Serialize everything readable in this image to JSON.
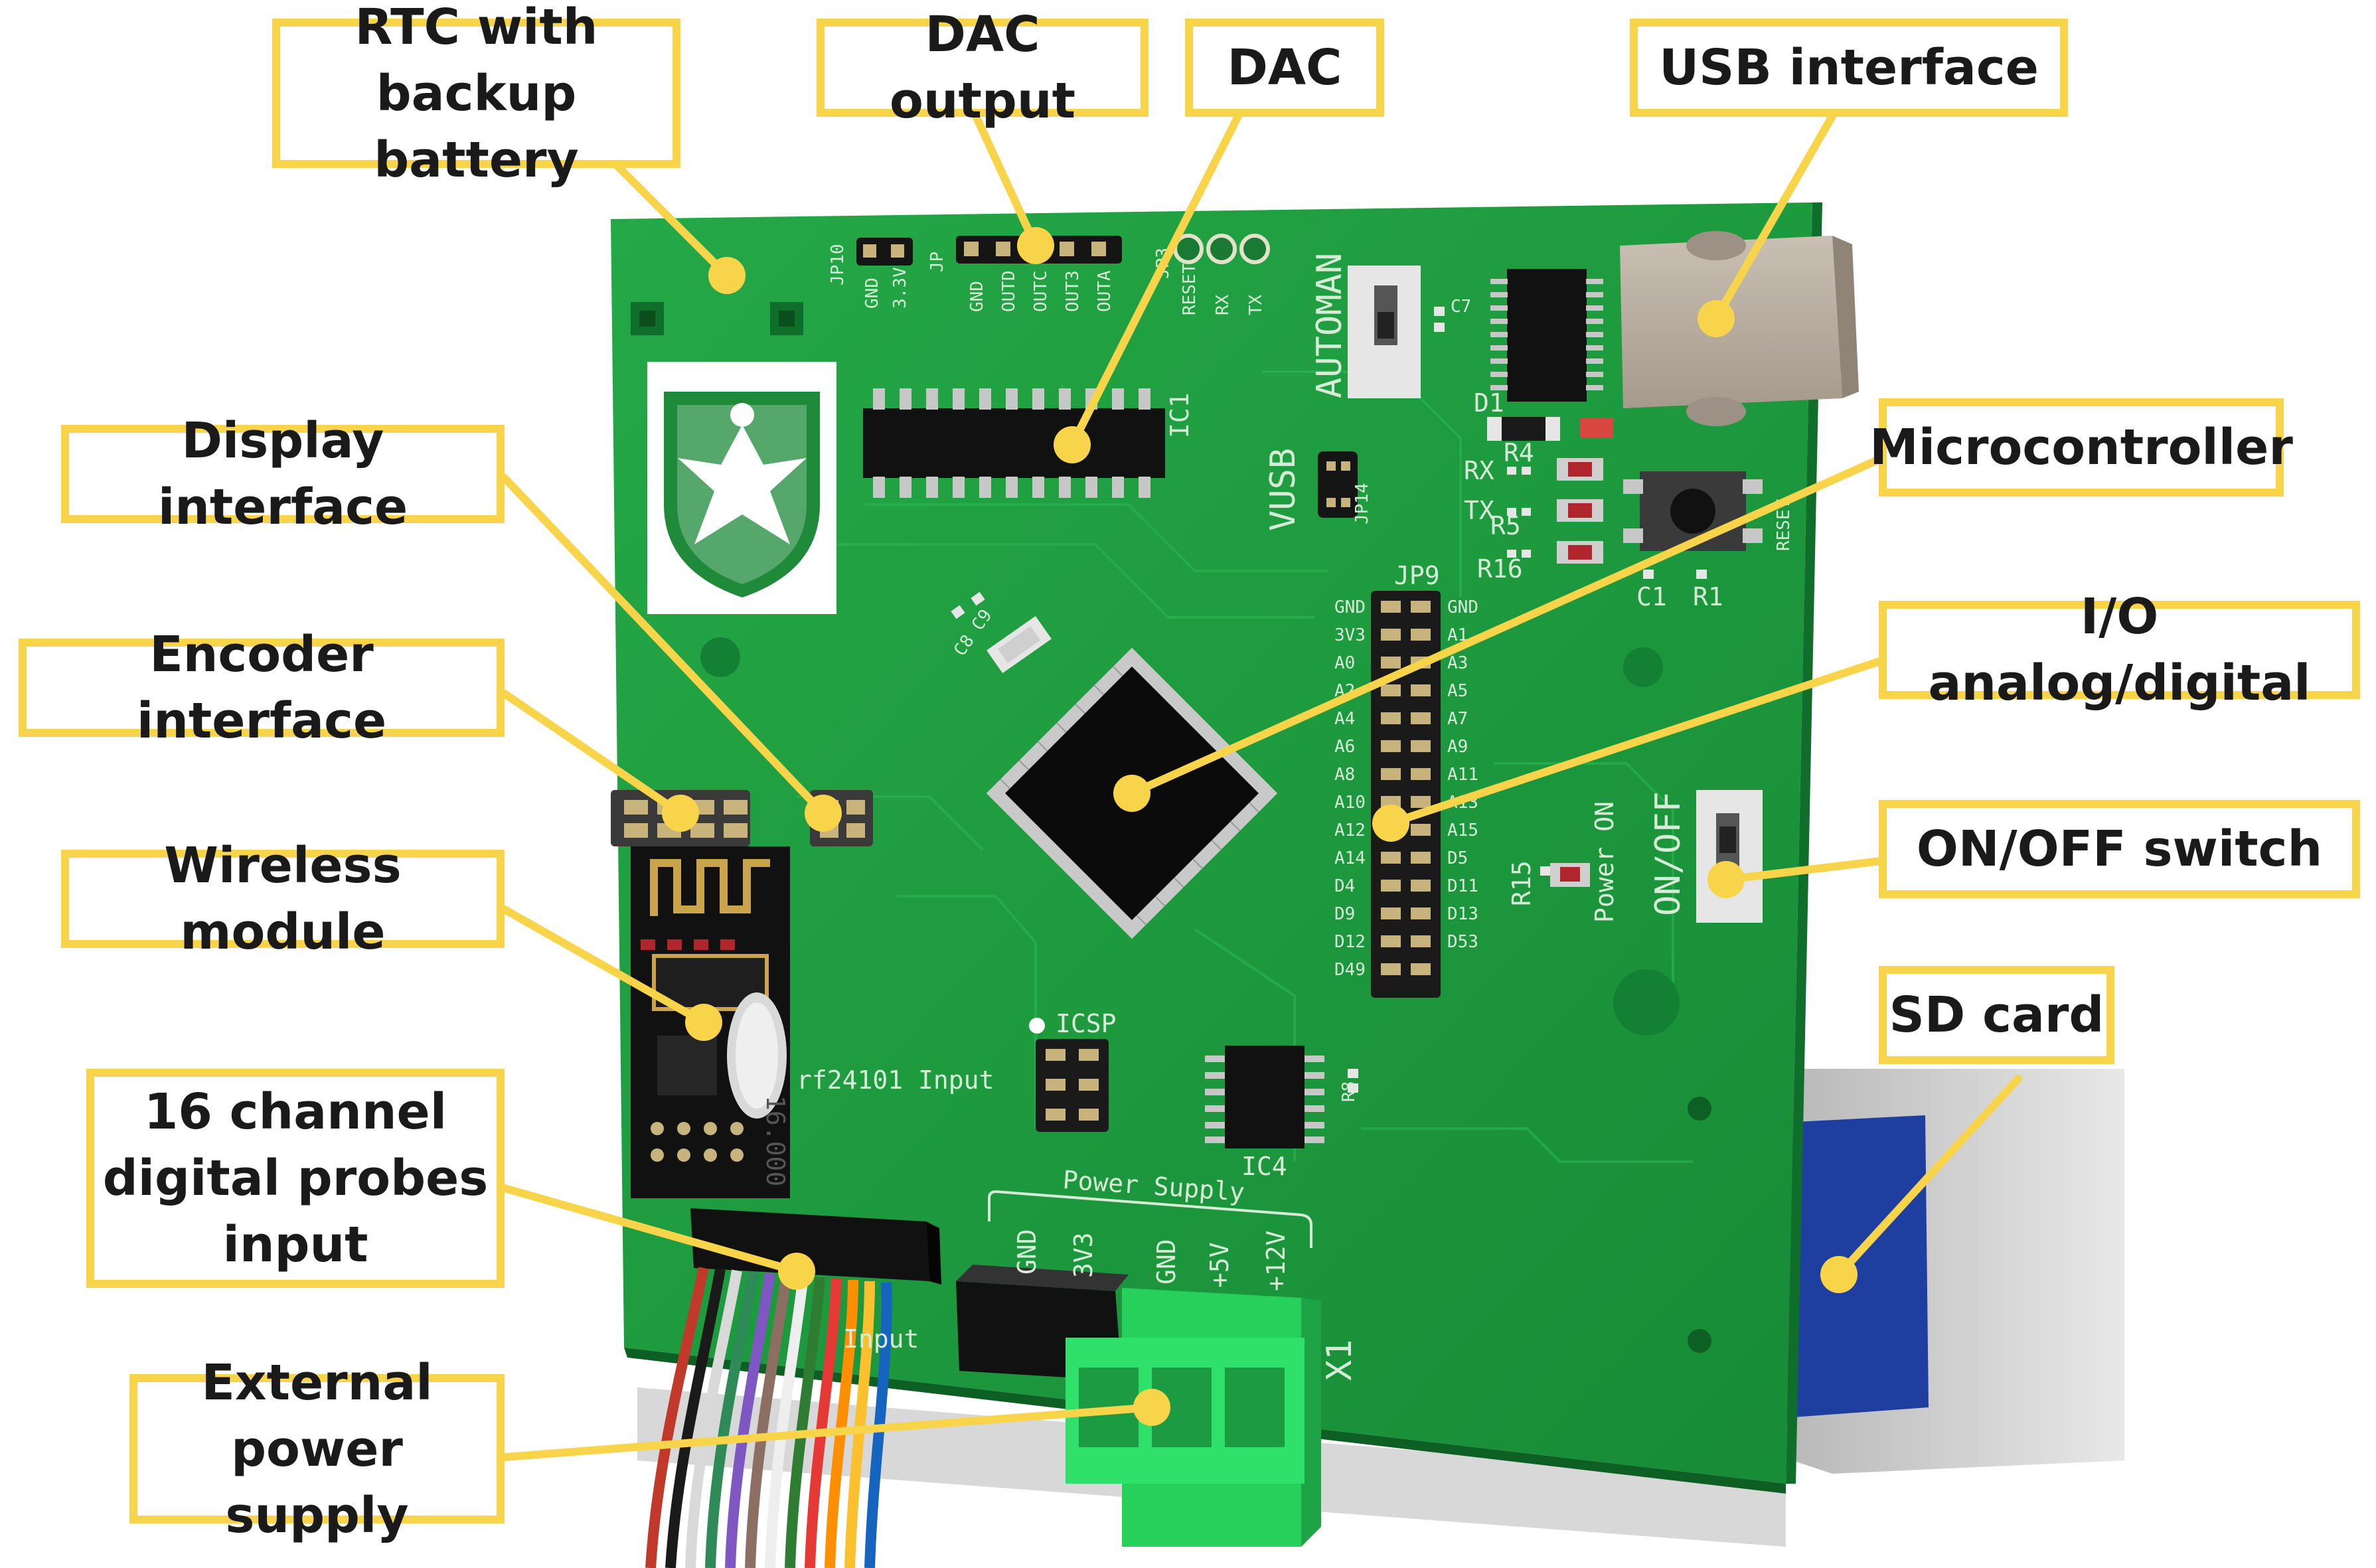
{
  "labels": {
    "rtc": "RTC with\nbackup battery",
    "dac_output": "DAC output",
    "dac": "DAC",
    "usb": "USB interface",
    "display": "Display interface",
    "microcontroller": "Microcontroller",
    "encoder": "Encoder interface",
    "io": "I/O analog/digital",
    "onoff": "ON/OFF switch",
    "wireless": "Wireless module",
    "sdcard": "SD card",
    "probes": "16 channel\ndigital probes\ninput",
    "power": "External\npower supply"
  },
  "board": {
    "jp10": "JP10",
    "jp": "JP",
    "jp3": "JP3",
    "automan": "AUTOMAN",
    "c7": "C7",
    "d1": "D1",
    "ic1": "IC1",
    "vusb": "VUSB",
    "jp14": "JP14",
    "rx": "RX",
    "tx": "TX",
    "r4": "R4",
    "r5": "R5",
    "r16": "R16",
    "c1": "C1",
    "r1": "R1",
    "reset": "RESET",
    "jp9": "JP9",
    "c8c9": "C8 C9",
    "onoff": "ON/OFF",
    "power_on": "Power ON",
    "r15": "R15",
    "icsp": "ICSP",
    "rf": "rf24101 Input",
    "xtal": "16.000",
    "ic4": "IC4",
    "r8": "R8",
    "power_supply": "Power Supply",
    "gnd1": "GND",
    "v33": "3V3",
    "gnd2": "GND",
    "v5": "+5V",
    "v12": "+12V",
    "x1": "X1",
    "input": "Input",
    "dac_pins": [
      "GND",
      "OUTD",
      "OUTC",
      "OUT3",
      "OUTA"
    ],
    "jp10_pins": [
      "GND",
      "3.3V"
    ],
    "jp3_pins": [
      "RESET",
      "RX",
      "TX"
    ],
    "jp9_left": [
      "GND",
      "3V3",
      "A0",
      "A2",
      "A4",
      "A6",
      "A8",
      "A10",
      "A12",
      "A14",
      "D4",
      "D9",
      "D12",
      "D49"
    ],
    "jp9_right": [
      "GND",
      "A1",
      "A3",
      "A5",
      "A7",
      "A9",
      "A11",
      "A13",
      "A15",
      "D5",
      "D11",
      "D13",
      "D53"
    ]
  },
  "colors": {
    "callout_border": "#f8d44a",
    "pcb": "#1e9a3f",
    "terminal": "#27d05a",
    "sd_card": "#1e3fa0"
  }
}
